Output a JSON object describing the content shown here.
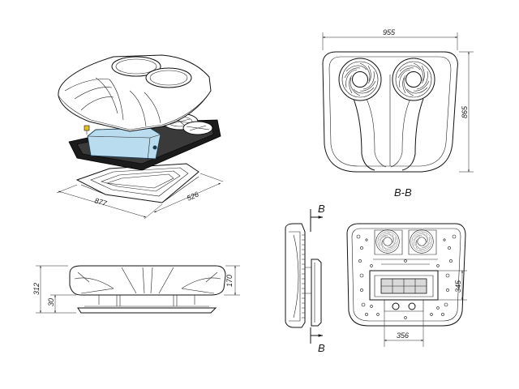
{
  "labels": {
    "width_top": "955",
    "depth_top": "865",
    "section_name": "B-B",
    "iso_length": "877",
    "iso_width": "526",
    "height_total": "312",
    "height_base": "30",
    "height_unit": "170",
    "section_mark_top": "B",
    "section_mark_bottom": "B",
    "bottom_height": "345",
    "bottom_width": "356"
  },
  "colors": {
    "line": "#111111",
    "body_blue": "#b9dcef",
    "frame_dark": "#1b1b1b",
    "accent_yellow": "#e0c02a"
  }
}
